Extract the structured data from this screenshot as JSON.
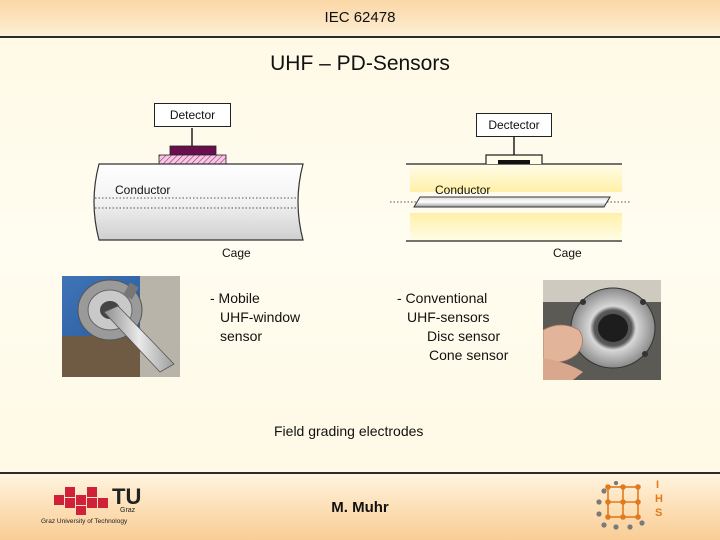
{
  "header": {
    "title": "IEC 62478"
  },
  "slide": {
    "title": "UHF – PD-Sensors"
  },
  "left_diagram": {
    "box_label": "Detector",
    "conductor_label": "Conductor",
    "cage_label": "Cage"
  },
  "right_diagram": {
    "box_label": "Dectector",
    "conductor_label": "Conductor",
    "cage_label": "Cage"
  },
  "left_text": {
    "lines": [
      "- Mobile",
      "UHF-window",
      "sensor"
    ]
  },
  "right_text": {
    "lines": [
      "- Conventional",
      "UHF-sensors",
      "Disc sensor",
      "Cone sensor"
    ]
  },
  "caption": "Field grading electrodes",
  "footer": {
    "author": "M. Muhr",
    "logo_left_text": "TU",
    "logo_left_sub": "Graz",
    "logo_left_caption": "Graz University of Technology",
    "logo_right_letters": [
      "I",
      "H",
      "S"
    ]
  },
  "colors": {
    "header_rule": "#2a2a2a",
    "logo_red": "#d0213a",
    "ihs_orange": "#e07a1e",
    "ihs_grey": "#7a7a7a"
  }
}
